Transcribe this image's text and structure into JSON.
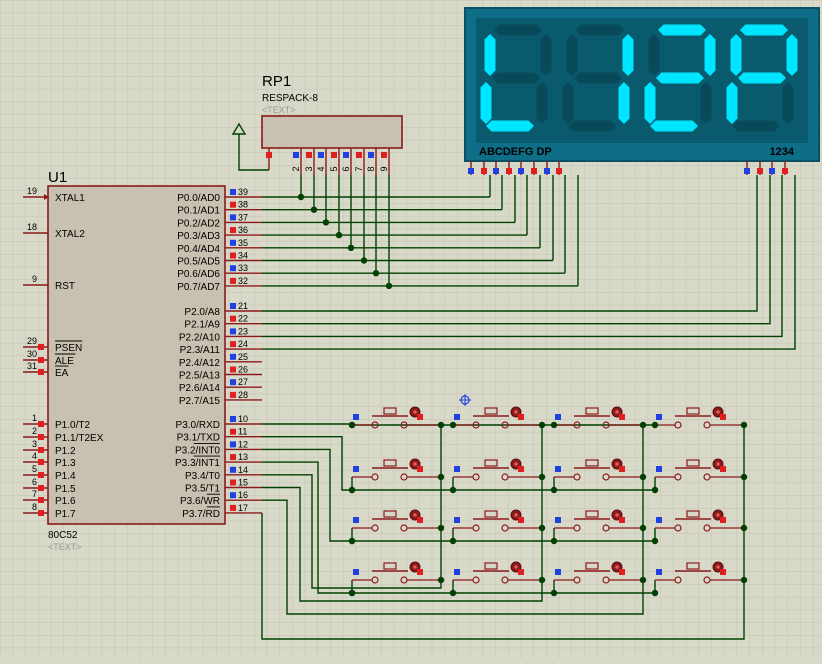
{
  "mcu": {
    "ref": "U1",
    "part": "80C52",
    "text_placeholder": "<TEXT>",
    "left_pins": [
      {
        "num": "19",
        "label": "XTAL1"
      },
      {
        "num": "18",
        "label": "XTAL2"
      },
      {
        "num": "9",
        "label": "RST"
      },
      {
        "num": "29",
        "label": "PSEN"
      },
      {
        "num": "30",
        "label": "ALE"
      },
      {
        "num": "31",
        "label": "EA"
      },
      {
        "num": "1",
        "label": "P1.0/T2"
      },
      {
        "num": "2",
        "label": "P1.1/T2EX"
      },
      {
        "num": "3",
        "label": "P1.2"
      },
      {
        "num": "4",
        "label": "P1.3"
      },
      {
        "num": "5",
        "label": "P1.4"
      },
      {
        "num": "6",
        "label": "P1.5"
      },
      {
        "num": "7",
        "label": "P1.6"
      },
      {
        "num": "8",
        "label": "P1.7"
      }
    ],
    "right_pins": [
      {
        "num": "39",
        "label": "P0.0/AD0"
      },
      {
        "num": "38",
        "label": "P0.1/AD1"
      },
      {
        "num": "37",
        "label": "P0.2/AD2"
      },
      {
        "num": "36",
        "label": "P0.3/AD3"
      },
      {
        "num": "35",
        "label": "P0.4/AD4"
      },
      {
        "num": "34",
        "label": "P0.5/AD5"
      },
      {
        "num": "33",
        "label": "P0.6/AD6"
      },
      {
        "num": "32",
        "label": "P0.7/AD7"
      },
      {
        "num": "21",
        "label": "P2.0/A8"
      },
      {
        "num": "22",
        "label": "P2.1/A9"
      },
      {
        "num": "23",
        "label": "P2.2/A10"
      },
      {
        "num": "24",
        "label": "P2.3/A11"
      },
      {
        "num": "25",
        "label": "P2.4/A12"
      },
      {
        "num": "26",
        "label": "P2.5/A13"
      },
      {
        "num": "27",
        "label": "P2.6/A14"
      },
      {
        "num": "28",
        "label": "P2.7/A15"
      },
      {
        "num": "10",
        "label": "P3.0/RXD"
      },
      {
        "num": "11",
        "label": "P3.1/TXD"
      },
      {
        "num": "12",
        "label": "P3.2/INT0"
      },
      {
        "num": "13",
        "label": "P3.3/INT1"
      },
      {
        "num": "14",
        "label": "P3.4/T0"
      },
      {
        "num": "15",
        "label": "P3.5/T1"
      },
      {
        "num": "16",
        "label": "P3.6/WR"
      },
      {
        "num": "17",
        "label": "P3.7/RD"
      }
    ]
  },
  "resistor_pack": {
    "ref": "RP1",
    "part": "RESPACK-8",
    "text_placeholder": "<TEXT>",
    "pins": [
      "2",
      "3",
      "4",
      "5",
      "6",
      "7",
      "8",
      "9"
    ]
  },
  "display": {
    "digits": [
      "L",
      "1",
      "2",
      "P"
    ],
    "segment_label": "ABCDEFG  DP",
    "digit_label": "1234",
    "segment_color": "#00e5ff",
    "background_color": "#0a5a6e",
    "bezel_color": "#0e6d87"
  },
  "keypad": {
    "rows": 4,
    "cols": 4,
    "button_color": "#8b1a1a"
  },
  "colors": {
    "wire": "#004000",
    "component_fill": "#c8c0b0",
    "component_stroke": "#8b1a1a",
    "pin_red": "#e02020",
    "pin_blue": "#2040e0",
    "grid": "#c4c4b4"
  }
}
